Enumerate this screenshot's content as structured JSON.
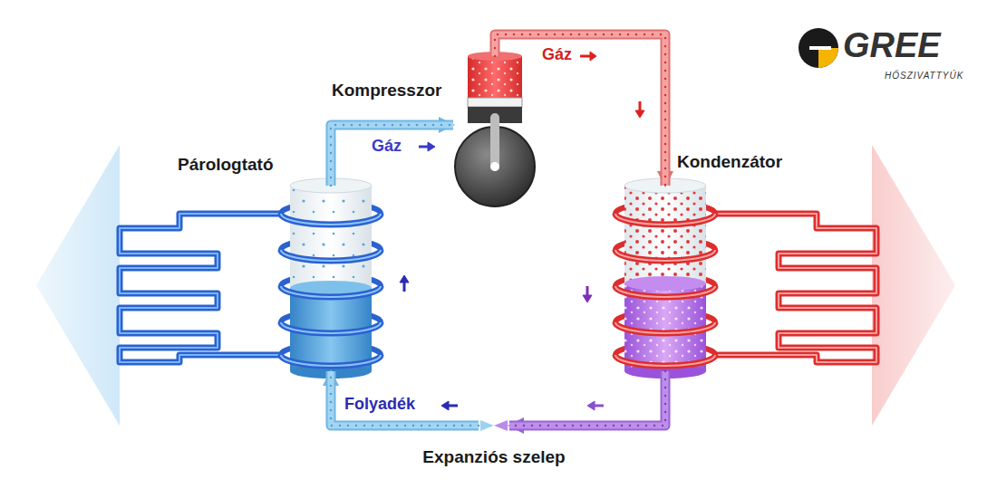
{
  "diagram": {
    "nodes": [
      {
        "text": [
          "Párologtató"
        ]
      },
      {
        "text": [
          "Kompresszor"
        ]
      },
      {
        "text": [
          "Kondenzátor"
        ]
      },
      {
        "text": [
          "Expanziós szelep"
        ]
      }
    ],
    "edges": [
      {
        "from": 1,
        "to": 2,
        "arrow": "to",
        "label": "Gáz"
      },
      {
        "from": 2,
        "to": 3,
        "arrow": "to"
      },
      {
        "from": 3,
        "to": 0,
        "arrow": "to",
        "label": "Folyadék"
      },
      {
        "from": 0,
        "to": 1,
        "arrow": "to",
        "label": "Gáz"
      }
    ],
    "labels": [
      "GREE",
      "HŐSZIVATTYÚK"
    ]
  }
}
